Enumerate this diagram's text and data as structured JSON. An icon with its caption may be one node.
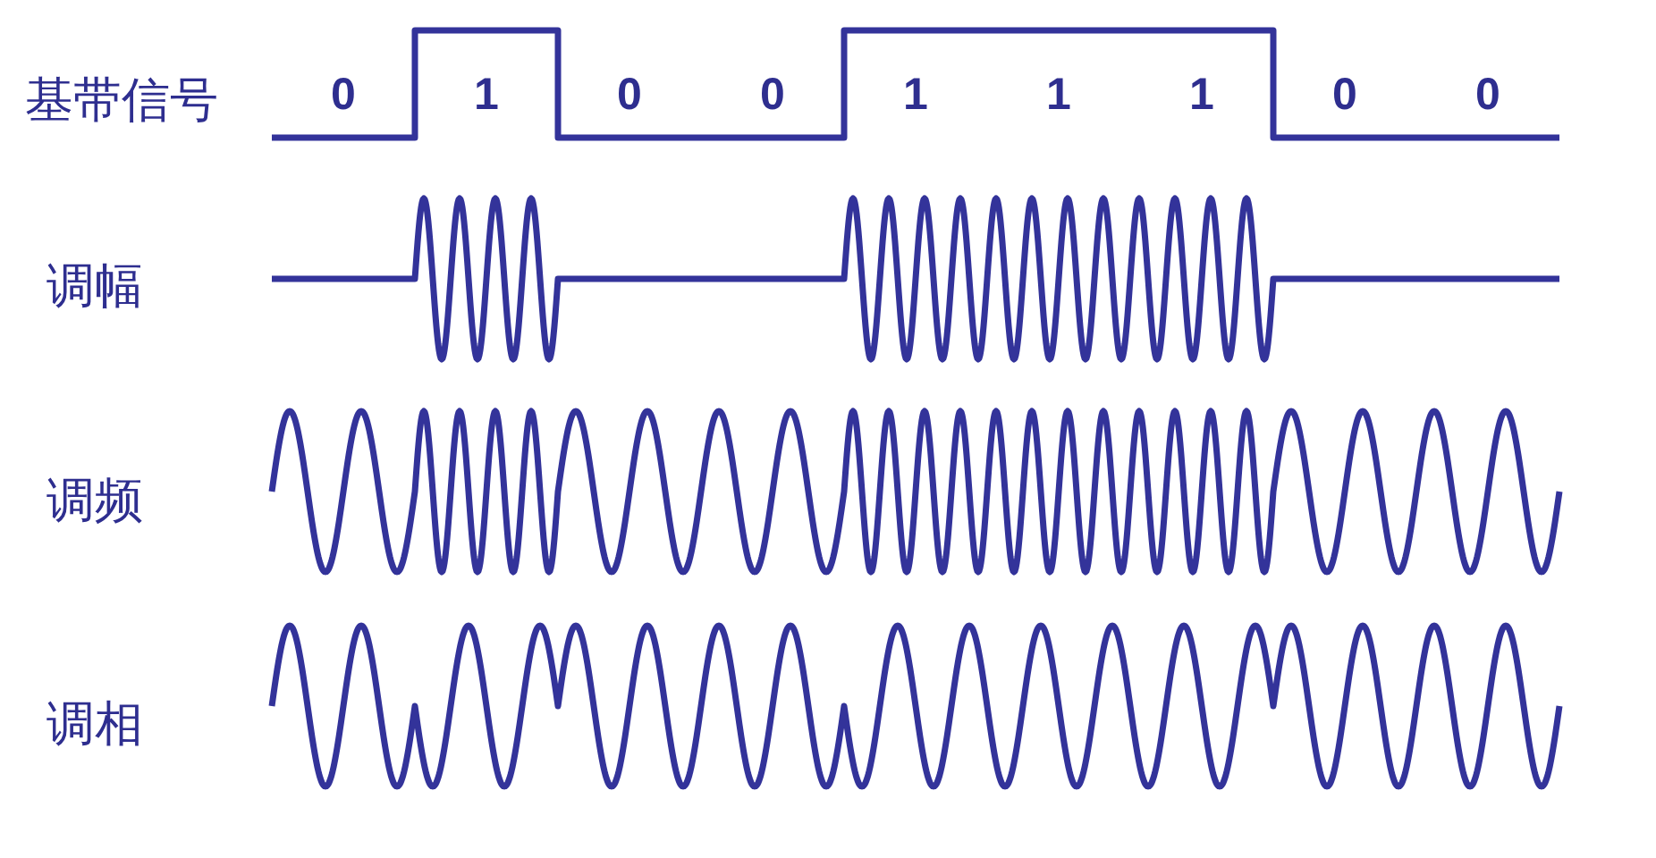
{
  "diagram": {
    "labels": [
      "基带信号",
      "0",
      "1",
      "0",
      "0",
      "1",
      "1",
      "1",
      "0",
      "0",
      "调幅",
      "调频",
      "调相"
    ]
  }
}
